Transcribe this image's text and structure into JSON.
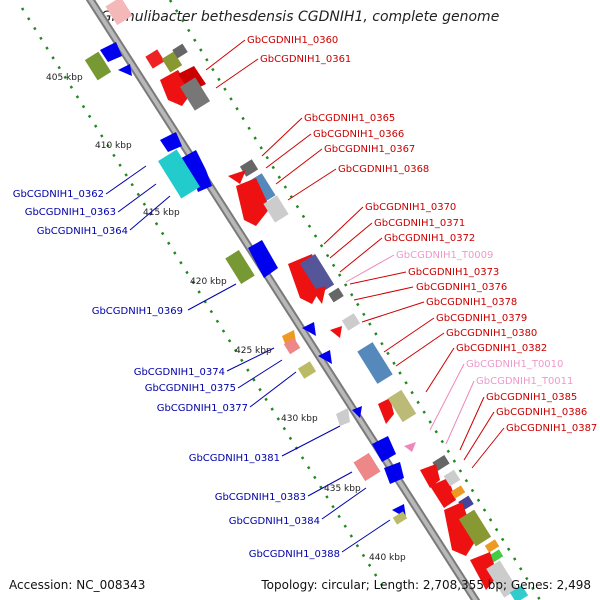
{
  "title": "Granulibacter bethesdensis CGDNIH1, complete genome",
  "accession": "Accession: NC_008343",
  "summary": "Topology: circular; Length: 2,708,355 bp; Genes: 2,498",
  "colors": {
    "fwd_label": "#cc0000",
    "rev_label": "#0000aa",
    "rna_label": "#ee99cc",
    "backbone": "#999999",
    "tick": "#228822"
  },
  "scale_labels": [
    "405 kbp",
    "410 kbp",
    "415 kbp",
    "420 kbp",
    "425 kbp",
    "430 kbp",
    "435 kbp",
    "440 kbp"
  ],
  "forward_genes": [
    "GbCGDNIH1_0360",
    "GbCGDNIH1_0361",
    "GbCGDNIH1_0365",
    "GbCGDNIH1_0366",
    "GbCGDNIH1_0367",
    "GbCGDNIH1_0368",
    "GbCGDNIH1_0370",
    "GbCGDNIH1_0371",
    "GbCGDNIH1_0372",
    "GbCGDNIH1_0373",
    "GbCGDNIH1_0376",
    "GbCGDNIH1_0378",
    "GbCGDNIH1_0379",
    "GbCGDNIH1_0380",
    "GbCGDNIH1_0382",
    "GbCGDNIH1_0385",
    "GbCGDNIH1_0386",
    "GbCGDNIH1_0387"
  ],
  "rna_genes": [
    "GbCGDNIH1_T0009",
    "GbCGDNIH1_T0010",
    "GbCGDNIH1_T0011"
  ],
  "reverse_genes": [
    "GbCGDNIH1_0362",
    "GbCGDNIH1_0363",
    "GbCGDNIH1_0364",
    "GbCGDNIH1_0369",
    "GbCGDNIH1_0374",
    "GbCGDNIH1_0375",
    "GbCGDNIH1_0377",
    "GbCGDNIH1_0381",
    "GbCGDNIH1_0383",
    "GbCGDNIH1_0384",
    "GbCGDNIH1_0388"
  ]
}
